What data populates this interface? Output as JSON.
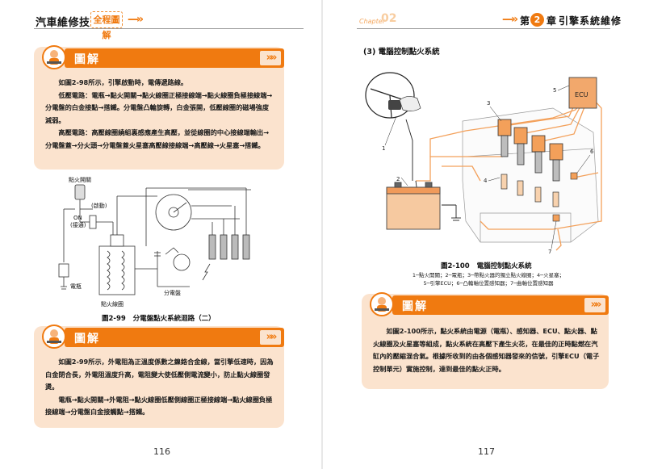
{
  "left_page": {
    "book_title": "汽車維修技能",
    "series_badge": "全程圖解",
    "tujie_label": "圖解",
    "box1": {
      "p1": "如圖2-98所示，引擎啟動時，電傳遞路線。",
      "p2": "低壓電路：電瓶→點火開關→點火線圈正極接線端→點火線圈負極接線端→分電盤的白金接點→搭鐵。分電盤凸輪旋轉，白金張開，低壓線圈的磁場強度減弱。",
      "p3": "高壓電路：高壓線圈繞組裏感應產生高壓，並從線圈的中心接線端輸出→分電盤蓋→分火頭→分電盤蓋火星塞高壓線接線端→高壓線→火星塞→搭鐵。"
    },
    "figure": {
      "label_ignition_switch": "點火開關",
      "label_start": "(啟動)",
      "label_on": "ON",
      "label_on_sub": "(接通)",
      "label_battery": "電瓶",
      "label_coil": "點火線圈",
      "label_distributor": "分電盤",
      "caption_num": "圖2-99",
      "caption_text": "分電盤點火系統迴路（二）"
    },
    "box2": {
      "p1": "如圖2-99所示，外電阻為正溫度係數之鎳鉻合金線，當引擎低速時，因為白金閉合長，外電阻溫度升高，電阻變大使低壓側電流變小，防止點火線圈發燙。",
      "p2": "電瓶→點火開關→外電阻→點火線圈低壓側線圈正極接線端→點火線圈負極接線端→分電盤白金接觸點→搭鐵。"
    },
    "page_number": "116"
  },
  "right_page": {
    "chapter_word": "Chapter",
    "chapter_ghost": "02",
    "chap_prefix": "第",
    "chap_number": "2",
    "chap_suffix": "章",
    "chapter_title": "引擎系統維修",
    "section_title": "(3) 電腦控制點火系統",
    "figure": {
      "ecu_label": "ECU",
      "n1": "1",
      "n2": "2",
      "n3": "3",
      "n4": "4",
      "n5": "5",
      "n6": "6",
      "n7": "7",
      "caption_num": "圖2-100",
      "caption_text": "電腦控制點火系統",
      "legend_line1": "1─點火開關；2─電瓶；3─帶點火器的獨立點火線圈；4─火星塞；",
      "legend_line2": "5─引擎ECU；6─凸輪軸位置感知器；7─曲軸位置感知器"
    },
    "tujie_label": "圖解",
    "box": {
      "p1": "如圖2-100所示，點火系統由電源（電瓶）、感知器、ECU、點火器、點火線圈及火星塞等組成，點火系統在高壓下產生火花，在最佳的正時點燃在汽缸內的壓縮混合氣。根據所收到的由各個感知器發來的信號，引擎ECU（電子控制單元）實施控制，達到最佳的點火正時。"
    },
    "page_number": "117"
  },
  "colors": {
    "accent_orange": "#f07a10",
    "box_fill": "#fbe3ce",
    "wire_orange": "#f3a05a"
  }
}
